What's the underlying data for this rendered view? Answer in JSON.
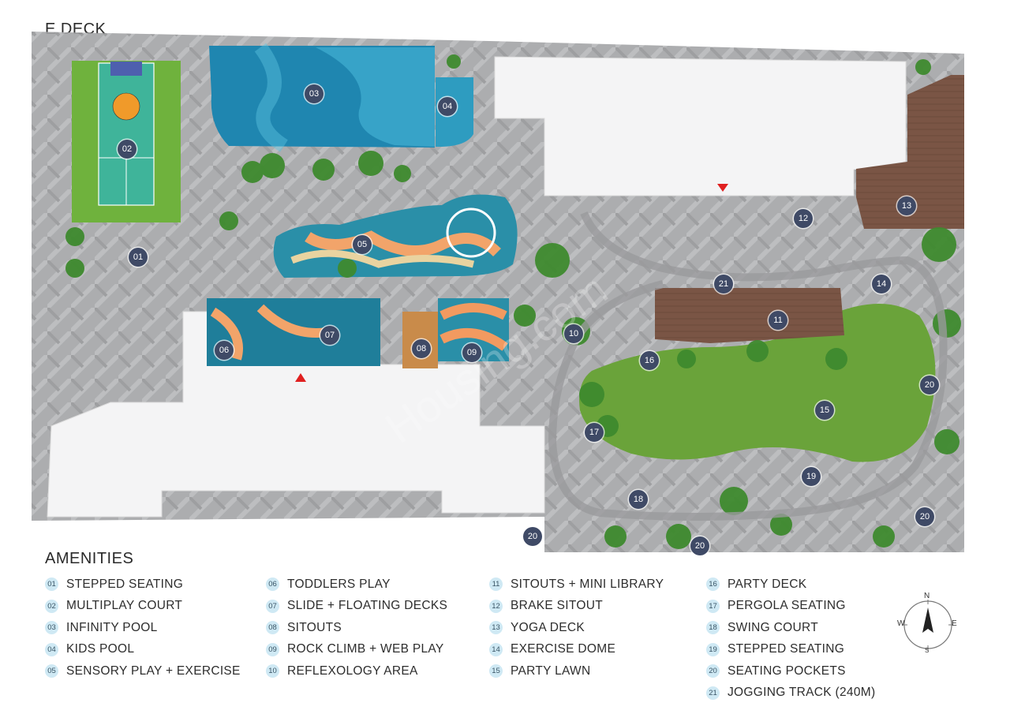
{
  "title": "E DECK",
  "watermark": "Housing.com",
  "colors": {
    "marker": "#3f4a66",
    "legend_badge": "#cfe9f4",
    "lawn": "#6aa33a",
    "pool": "#2e9cc0",
    "paving": "#a9a9ab",
    "deck": "#7a5545",
    "entry_arrow": "#e02020"
  },
  "markers": [
    "01",
    "02",
    "03",
    "04",
    "05",
    "06",
    "07",
    "08",
    "09",
    "10",
    "11",
    "12",
    "13",
    "14",
    "15",
    "16",
    "17",
    "18",
    "19",
    "20",
    "20",
    "20",
    "20",
    "21"
  ],
  "legend": {
    "heading": "AMENITIES",
    "columns": [
      [
        {
          "num": "01",
          "label": "STEPPED SEATING"
        },
        {
          "num": "02",
          "label": "MULTIPLAY COURT"
        },
        {
          "num": "03",
          "label": "INFINITY POOL"
        },
        {
          "num": "04",
          "label": "KIDS POOL"
        },
        {
          "num": "05",
          "label": "SENSORY PLAY + EXERCISE"
        }
      ],
      [
        {
          "num": "06",
          "label": "TODDLERS PLAY"
        },
        {
          "num": "07",
          "label": "SLIDE + FLOATING DECKS"
        },
        {
          "num": "08",
          "label": "SITOUTS"
        },
        {
          "num": "09",
          "label": "ROCK CLIMB + WEB PLAY"
        },
        {
          "num": "10",
          "label": "REFLEXOLOGY AREA"
        }
      ],
      [
        {
          "num": "11",
          "label": "SITOUTS + MINI LIBRARY"
        },
        {
          "num": "12",
          "label": "BRAKE SITOUT"
        },
        {
          "num": "13",
          "label": "YOGA DECK"
        },
        {
          "num": "14",
          "label": "EXERCISE DOME"
        },
        {
          "num": "15",
          "label": "PARTY LAWN"
        }
      ],
      [
        {
          "num": "16",
          "label": "PARTY DECK"
        },
        {
          "num": "17",
          "label": "PERGOLA SEATING"
        },
        {
          "num": "18",
          "label": "SWING COURT"
        },
        {
          "num": "19",
          "label": "STEPPED SEATING"
        },
        {
          "num": "20",
          "label": "SEATING POCKETS"
        },
        {
          "num": "21",
          "label": "JOGGING TRACK (240M)"
        }
      ]
    ]
  },
  "compass": {
    "n": "N",
    "e": "E",
    "s": "S",
    "w": "W"
  }
}
